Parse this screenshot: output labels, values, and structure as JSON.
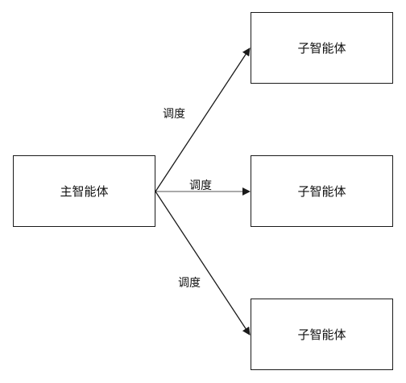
{
  "main_agent": {
    "label": "主智能体"
  },
  "sub_agents": [
    {
      "label": "子智能体"
    },
    {
      "label": "子智能体"
    },
    {
      "label": "子智能体"
    }
  ],
  "edges": [
    {
      "label": "调度"
    },
    {
      "label": "调度"
    },
    {
      "label": "调度"
    }
  ]
}
